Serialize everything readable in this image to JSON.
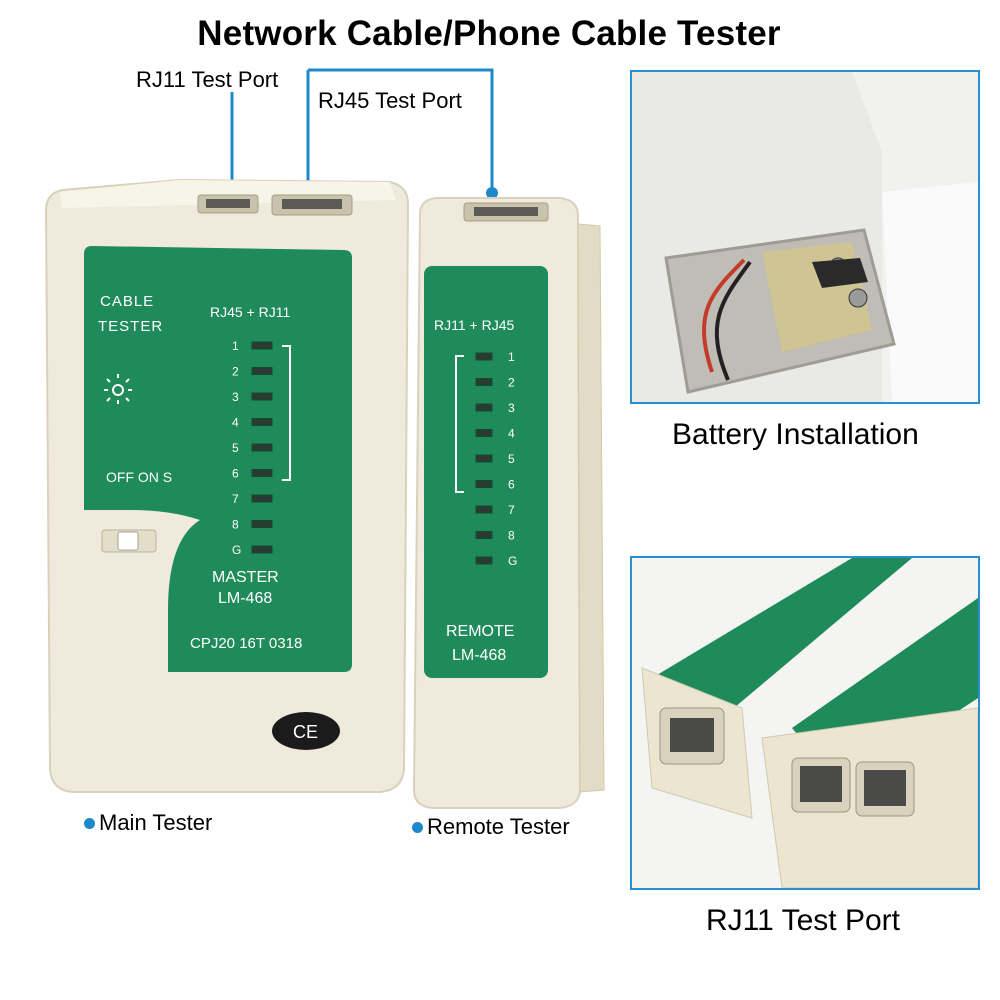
{
  "title": "Network Cable/Phone Cable Tester",
  "callouts": {
    "rj11_port": "RJ11 Test Port",
    "rj45_port": "RJ45 Test Port"
  },
  "main_tester": {
    "label": "Main Tester",
    "panel_title_line1": "CABLE",
    "panel_title_line2": "TESTER",
    "ports_label": "RJ45 + RJ11",
    "switch_label": "OFF ON S",
    "led_labels": [
      "1",
      "2",
      "3",
      "4",
      "5",
      "6",
      "7",
      "8",
      "G"
    ],
    "model_line1": "MASTER",
    "model_line2": "LM-468",
    "serial": "CPJ20 16T 0318",
    "ce_mark": "CE"
  },
  "remote_tester": {
    "label": "Remote Tester",
    "ports_label": "RJ11 + RJ45",
    "led_labels": [
      "1",
      "2",
      "3",
      "4",
      "5",
      "6",
      "7",
      "8",
      "G"
    ],
    "model_line1": "REMOTE",
    "model_line2": "LM-468"
  },
  "captions": {
    "battery": "Battery Installation",
    "rj11": "RJ11 Test Port"
  },
  "colors": {
    "panel_green": "#1f8a5a",
    "body_cream": "#f1ecd8",
    "callout_blue": "#1e88c8"
  }
}
